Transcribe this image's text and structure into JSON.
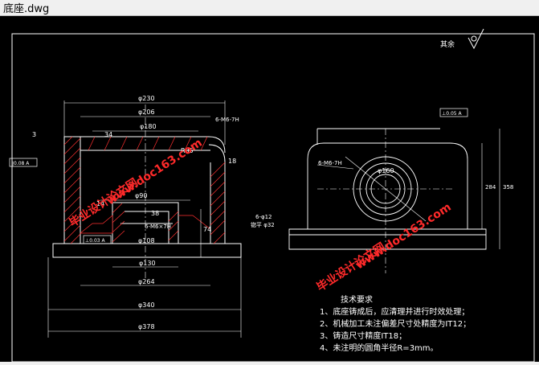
{
  "window": {
    "title": "底座.dwg"
  },
  "drawing": {
    "roughness_note": "其余",
    "dimensions": {
      "d230": "φ230",
      "d206": "φ206",
      "d180": "φ180",
      "d160": "φ160",
      "d90": "φ90",
      "d60": "6-M6×7H",
      "d108": "φ108",
      "d130": "φ130",
      "d264": "φ264",
      "d340": "φ340",
      "d378": "φ378",
      "r35": "R35",
      "r18": "18",
      "thread_top": "6-M6-7H",
      "holes": "6-φ12",
      "holes_sub": "锪平 φ32",
      "right_thread": "6-M6-7H",
      "tol_left": "∥0.08 A",
      "tol_lower": "⊥0.03 A",
      "tol_right": "⊥0.05 A",
      "h74": "74",
      "h38": "38",
      "h3": "3",
      "h34": "34",
      "dim_14": "14",
      "side_284": "284",
      "side_358": "358"
    },
    "notes": {
      "heading": "技术要求",
      "items": [
        "1、底座铸成后，应清理并进行时效处理；",
        "2、机械加工未注偏差尺寸处精度为IT12；",
        "3、铸造尺寸精度IT18；",
        "4、未注明的圆角半径R=3mm。"
      ]
    },
    "watermarks": [
      "毕业设计论文网",
      "www.doc163.com"
    ]
  }
}
